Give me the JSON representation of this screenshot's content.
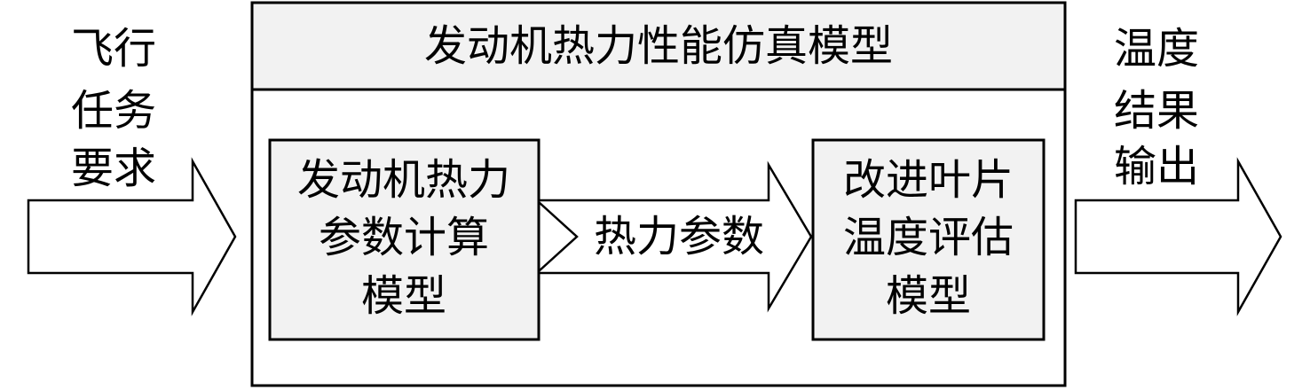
{
  "diagram": {
    "input_label": [
      "飞行",
      "任务",
      "要求"
    ],
    "output_label": [
      "温度",
      "结果",
      "输出"
    ],
    "container": {
      "title": "发动机热力性能仿真模型"
    },
    "left_model": [
      "发动机热力",
      "参数计算",
      "模型"
    ],
    "middle_label": "热力参数",
    "right_model": [
      "改进叶片",
      "温度评估",
      "模型"
    ]
  },
  "colors": {
    "stroke": "#000000",
    "box_fill": "#f2f2f2",
    "background": "#ffffff"
  }
}
